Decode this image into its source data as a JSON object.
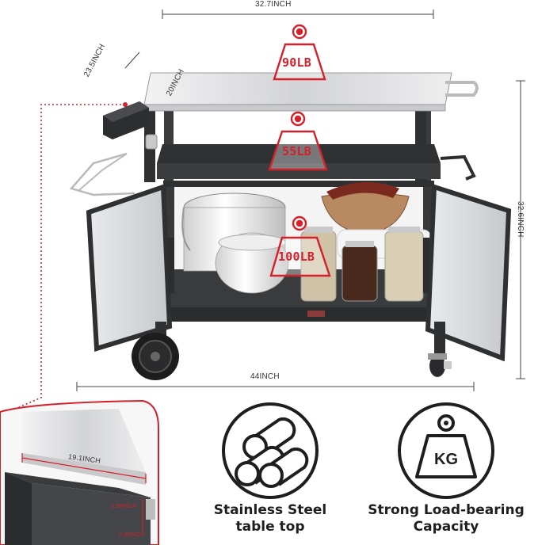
{
  "dimensions": {
    "width_top": "32.7INCH",
    "depth_side": "23.5INCH",
    "depth_top": "20INCH",
    "height": "32.6INCH",
    "width_bottom": "44INCH",
    "tray_width": "19.1INCH",
    "tray_depth_a": "2.95INCH",
    "tray_depth_b": "2.95INCH"
  },
  "load_ratings": {
    "top": "90LB",
    "middle": "55LB",
    "bottom": "100LB"
  },
  "features": [
    {
      "icon": "steel-tubes-icon",
      "line1": "Stainless Steel",
      "line2": "table top"
    },
    {
      "icon": "weight-kg-icon",
      "weight_label": "KG",
      "line1": "Strong Load-bearing",
      "line2": "Capacity"
    }
  ],
  "colors": {
    "accent_red": "#d4202a",
    "cart_dark": "#3a3b3d",
    "steel": "#d9dadc"
  }
}
